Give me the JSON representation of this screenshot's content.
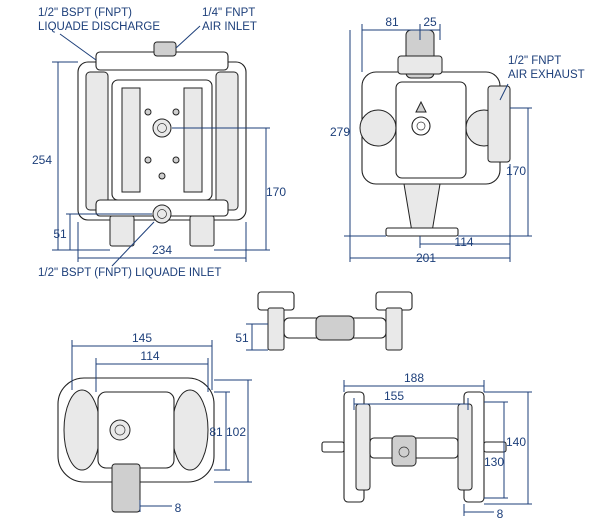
{
  "labels": {
    "discharge_line1": "1/2\" BSPT (FNPT)",
    "discharge_line2": "LIQUADE DISCHARGE",
    "air_inlet_line1": "1/4\" FNPT",
    "air_inlet_line2": "AIR INLET",
    "inlet_label": "1/2\" BSPT (FNPT) LIQUADE INLET",
    "exhaust_line1": "1/2\" FNPT",
    "exhaust_line2": "AIR EXHAUST"
  },
  "dimensions": {
    "front_height": "254",
    "front_port_height": "170",
    "front_inlet_height": "51",
    "front_width": "234",
    "side_top_a": "81",
    "side_top_b": "25",
    "side_height": "279",
    "side_port_height": "170",
    "side_base_half": "114",
    "side_width": "201",
    "manifold_height": "51",
    "bottom_width": "145",
    "bottom_inner_width": "114",
    "bottom_h1": "81",
    "bottom_h2": "102",
    "bottom_offset": "8",
    "top_width": "188",
    "top_inner_width": "155",
    "top_h1": "130",
    "top_h2": "140",
    "top_offset": "8"
  },
  "colors": {
    "dimension": "#1d3f7a",
    "outline": "#222222"
  }
}
